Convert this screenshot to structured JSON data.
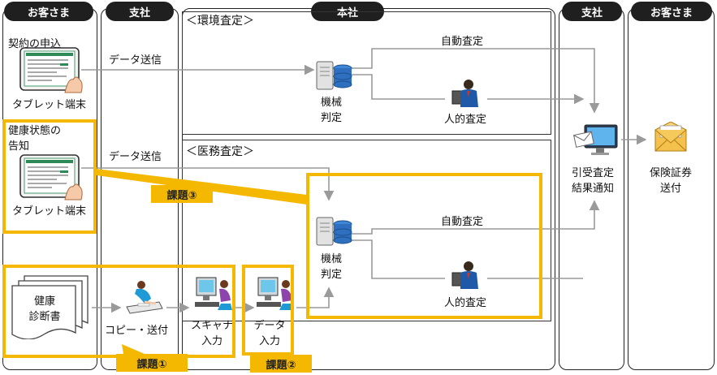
{
  "lanes": {
    "customer_left": "お客さま",
    "branch_left": "支社",
    "head_office": "本社",
    "branch_right": "支社",
    "customer_right": "お客さま"
  },
  "sections": {
    "environment": "＜環境査定＞",
    "medical": "＜医務査定＞"
  },
  "left": {
    "contract": "契約の申込",
    "tablet1": "タブレット端末",
    "health_1": "健康状態の",
    "health_2": "告知",
    "tablet2": "タブレット端末",
    "doc_1": "健康",
    "doc_2": "診断書"
  },
  "branch": {
    "send1": "データ送信",
    "send2": "データ送信",
    "copy": "コピー・送付",
    "scan_1": "スキャナ",
    "scan_2": "入力"
  },
  "head": {
    "data_in_1": "データ",
    "data_in_2": "入力",
    "auto1": "自動査定",
    "machine1_1": "機械",
    "machine1_2": "判定",
    "human1": "人的査定",
    "auto2": "自動査定",
    "machine2_1": "機械",
    "machine2_2": "判定",
    "human2": "人的査定"
  },
  "right": {
    "notice_1": "引受査定",
    "notice_2": "結果通知",
    "policy_1": "保険証券",
    "policy_2": "送付"
  },
  "issues": {
    "issue1": "課題①",
    "issue2": "課題②",
    "issue3": "課題③"
  },
  "colors": {
    "highlight": "#f5b800",
    "pill": "#1f1f1f",
    "arrow": "#9a9a9a"
  }
}
